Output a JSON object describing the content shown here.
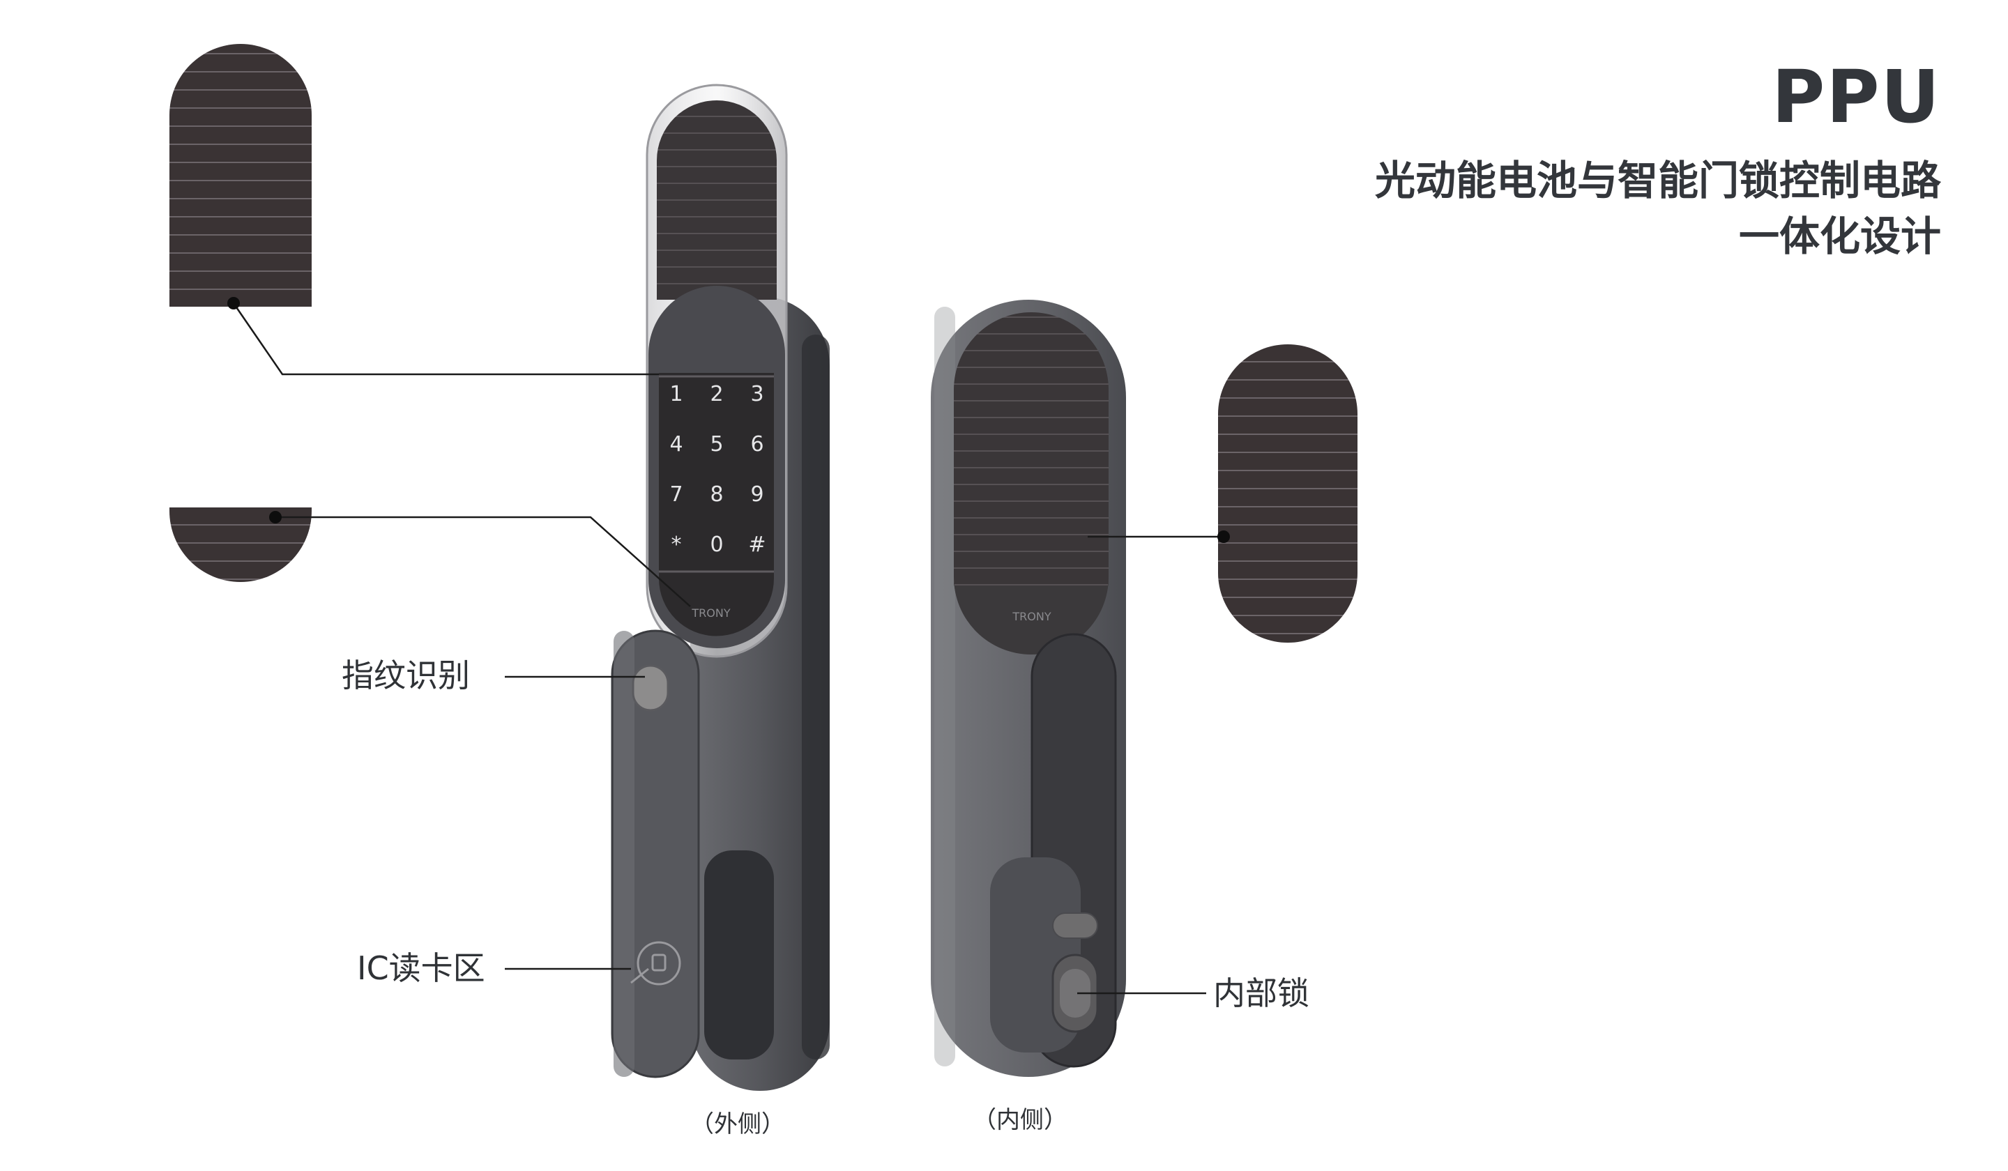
{
  "title": {
    "brand": "PPU",
    "subtitle_line1": "光动能电池与智能门锁控制电路",
    "subtitle_line2": "一体化设计"
  },
  "callouts": {
    "fingerprint": "指纹识别",
    "ic_reader": "IC读卡区",
    "inner_lock": "内部锁"
  },
  "captions": {
    "outside": "（外侧）",
    "inside": "（内侧）"
  },
  "keypad": {
    "keys": [
      "1",
      "2",
      "3",
      "4",
      "5",
      "6",
      "7",
      "8",
      "9",
      "*",
      "0",
      "#"
    ]
  },
  "logo_text": "TRONY",
  "colors": {
    "body": "#55565b",
    "body_dark": "#3a3b3f",
    "panel": "#3c3a3c",
    "solar": "#2f2b2c",
    "leader": "#1a1a1a"
  }
}
